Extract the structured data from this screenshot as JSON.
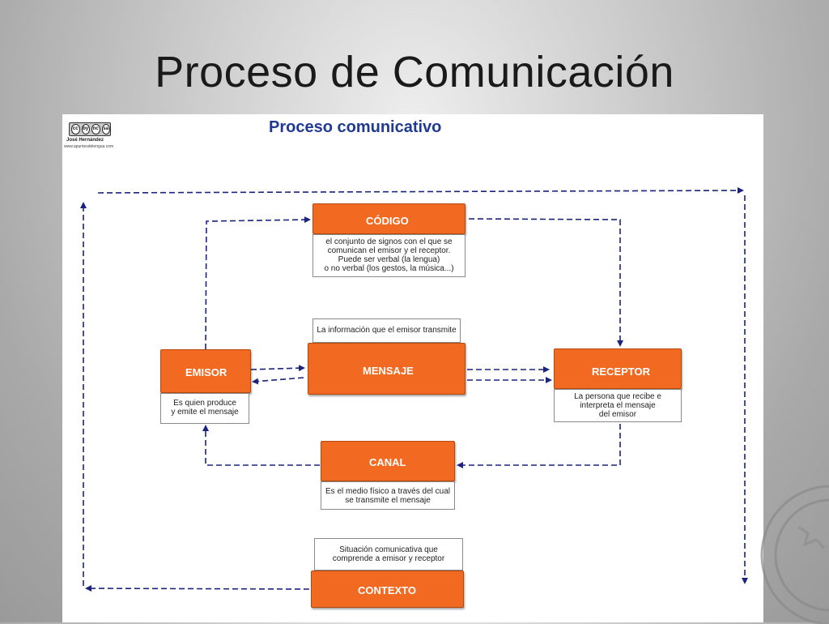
{
  "slide": {
    "title": "Proceso de Comunicación"
  },
  "panel": {
    "title": "Proceso comunicativo",
    "license": {
      "icons": [
        "cc",
        "by",
        "nc",
        "sa"
      ],
      "author": "José Hernández",
      "site": "www.apuntesdelengua.com"
    }
  },
  "nodes": {
    "codigo": {
      "label": "CÓDIGO",
      "desc": [
        "el conjunto de signos con el que se",
        "comunican el emisor y el receptor.",
        "Puede ser verbal (la lengua)",
        "o no verbal (los gestos, la música...)"
      ]
    },
    "mensaje": {
      "label": "MENSAJE",
      "desc": [
        "La información que el emisor transmite"
      ]
    },
    "emisor": {
      "label": "EMISOR",
      "desc": [
        "Es quien produce",
        "y emite el mensaje"
      ]
    },
    "receptor": {
      "label": "RECEPTOR",
      "desc": [
        "La persona que recibe e",
        "interpreta el mensaje",
        "del emisor"
      ]
    },
    "canal": {
      "label": "CANAL",
      "desc": [
        "Es el medio físico a través del cual",
        "se transmite el mensaje"
      ]
    },
    "contexto": {
      "label": "CONTEXTO",
      "desc": [
        "Situación comunicativa que",
        "comprende a emisor y receptor"
      ]
    }
  },
  "colors": {
    "box": "#f26a21",
    "arrow": "#1a237e",
    "title": "#1f3a93"
  }
}
